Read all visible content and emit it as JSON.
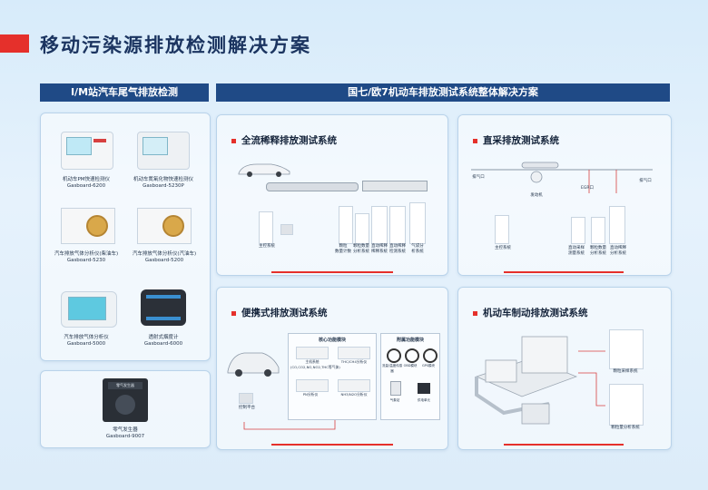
{
  "header": {
    "title": "移动污染源排放检测解决方案"
  },
  "left_section": {
    "title": "I/M站汽车尾气排放检测",
    "devices": [
      {
        "name": "机动车PM快速检测仪",
        "model": "Gasboard-6200"
      },
      {
        "name": "机动车氮氧化物快速检测仪",
        "model": "Gasboard-5230P"
      },
      {
        "name": "汽车排放气体分析仪(柴油车)",
        "model": "Gasboard-5230"
      },
      {
        "name": "汽车排放气体分析仪(汽油车)",
        "model": "Gasboard-5200"
      },
      {
        "name": "汽车排放气体分析仪",
        "model": "Gasboard-5000"
      },
      {
        "name": "透射式烟度计",
        "model": "Gasboard-6000"
      }
    ],
    "bottom_device": {
      "name": "零气发生器",
      "model": "Gasboard-9007",
      "front_text": "零气发生器"
    }
  },
  "right_section": {
    "title": "国七/欧7机动车排放测试系统整体解决方案",
    "panels": {
      "full_flow": {
        "title": "全流稀释排放测试系统",
        "labels": [
          "主控系统",
          "颗粒\n数量计数",
          "颗粒数量\n分析系统",
          "直动稀释\n稀释系统",
          "直动稀释\n检测系统",
          "气袋分\n析系统"
        ]
      },
      "direct": {
        "title": "直采排放测试系统",
        "labels": [
          "排气口",
          "排气口",
          "EGR口",
          "发动机",
          "主控系统",
          "直动采样\n测量系统",
          "颗粒数量\n分析系统",
          "直动稀释\n分析系统"
        ]
      },
      "portable": {
        "title": "便携式排放测试系统",
        "core_title": "核心功能模块",
        "accessory_title": "附属功能模块",
        "core_items": [
          "主机系统\n(CO,CO2,NO,NO2,THC等气体)",
          "THC/CH4分析仪",
          "PN分析仪",
          "NH3/N2O分析仪"
        ],
        "accessory_items": [
          "流量/温度传感器",
          "OBD模块",
          "GPS模块",
          "气象站",
          "供电单元"
        ],
        "control": "控制平台"
      },
      "chassis": {
        "title": "机动车制动排放测试系统",
        "labels": [
          "颗粒采样系统",
          "颗粒量分析系统"
        ]
      }
    }
  },
  "colors": {
    "accent_red": "#e5302b",
    "header_blue": "#1f4a86",
    "title_navy": "#1b3460"
  }
}
